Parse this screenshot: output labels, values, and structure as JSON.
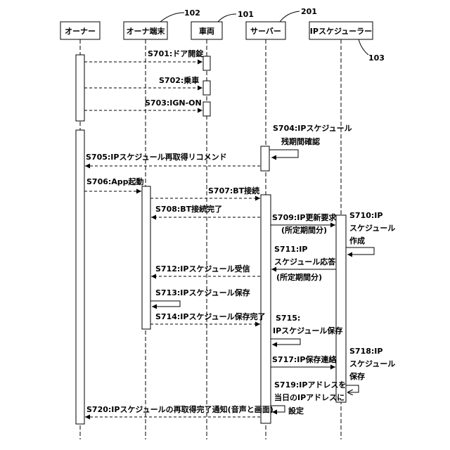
{
  "participants": [
    {
      "id": "owner",
      "label": "オーナー"
    },
    {
      "id": "terminal",
      "label": "オーナ端末"
    },
    {
      "id": "vehicle",
      "label": "車両"
    },
    {
      "id": "server",
      "label": "サーバー"
    },
    {
      "id": "scheduler",
      "label": "IPスケジューラー"
    }
  ],
  "refs": {
    "terminal": "102",
    "vehicle": "101",
    "server": "201",
    "scheduler": "103"
  },
  "messages": {
    "s701": "S701:ドア開錠",
    "s702": "S702:乗車",
    "s703": "S703:IGN-ON",
    "s704_1": "S704:IPスケジュール",
    "s704_2": "残期間確認",
    "s705": "S705:IPスケジュール再取得リコメンド",
    "s706": "S706:App起動",
    "s707": "S707:BT接続",
    "s708": "S708:BT接続完了",
    "s709_1": "S709:IP更新要求",
    "s709_2": "(所定期間分)",
    "s710_1": "S710:IP",
    "s710_2": "スケジュール",
    "s710_3": "作成",
    "s711_1": "S711:IP",
    "s711_2": "スケジュール応答",
    "s711_3": "(所定期間分)",
    "s712": "S712:IPスケジュール受信",
    "s713": "S713:IPスケジュール保存",
    "s714": "S714:IPスケジュール保存完了",
    "s715_1": "S715:",
    "s715_2": "IPスケジュール保存",
    "s717": "S717:IP保存連絡",
    "s718_1": "S718:IP",
    "s718_2": "スケジュール",
    "s718_3": "保存",
    "s719_1": "S719:IPアドレスを",
    "s719_2": "当日のIPアドレスに",
    "s719_3": "設定",
    "s720": "S720:IPスケジュールの再取得完了通知(音声と画面)"
  }
}
